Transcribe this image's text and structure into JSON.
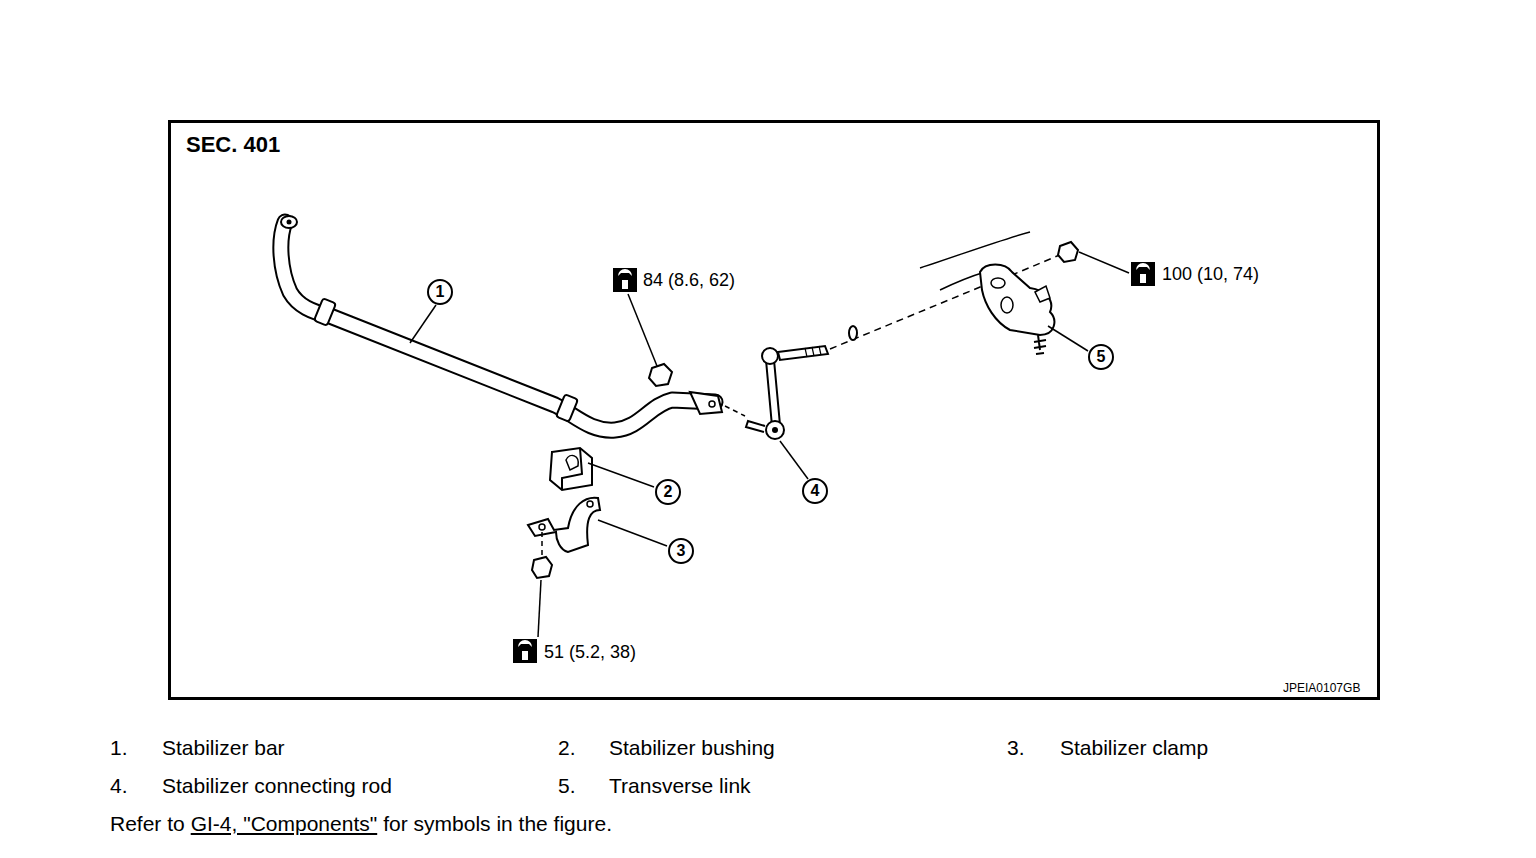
{
  "diagram": {
    "title": "SEC. 401",
    "nodes": [
      {
        "text": [
          "1"
        ]
      },
      {
        "text": [
          "2"
        ]
      },
      {
        "text": [
          "3"
        ]
      },
      {
        "text": [
          "4"
        ]
      },
      {
        "text": [
          "5"
        ]
      }
    ],
    "labels": [
      "84 (8.6, 62)",
      "100 (10, 74)",
      "51 (5.2, 38)",
      "JPEIA0107GB",
      "1.",
      "Stabilizer bar",
      "2.",
      "Stabilizer bushing",
      "3.",
      "Stabilizer clamp",
      "4.",
      "Stabilizer connecting rod",
      "5.",
      "Transverse link",
      "Refer to",
      "GI-4, \"Components\"",
      "for symbols in the figure."
    ]
  }
}
